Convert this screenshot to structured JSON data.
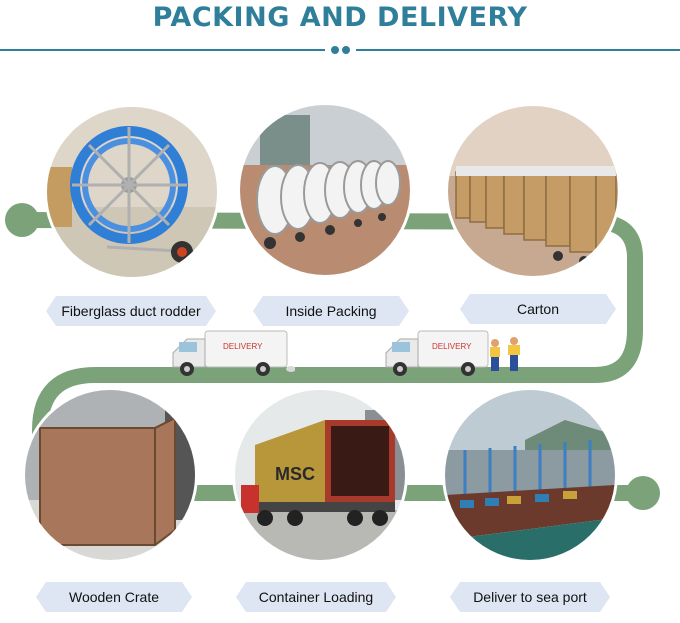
{
  "page": {
    "title": "PACKING AND DELIVERY"
  },
  "colors": {
    "title": "#2f7f9a",
    "path": "#7ba279",
    "label_bg": "#dde6f2"
  },
  "steps": [
    {
      "label": "Fiberglass duct rodder"
    },
    {
      "label": "Inside Packing"
    },
    {
      "label": "Carton"
    },
    {
      "label": "Wooden Crate"
    },
    {
      "label": "Container Loading"
    },
    {
      "label": "Deliver to sea port"
    }
  ],
  "trucks": [
    {
      "side_text": "DELIVERY"
    },
    {
      "side_text": "DELIVERY"
    }
  ],
  "container": {
    "brand": "MSC"
  }
}
